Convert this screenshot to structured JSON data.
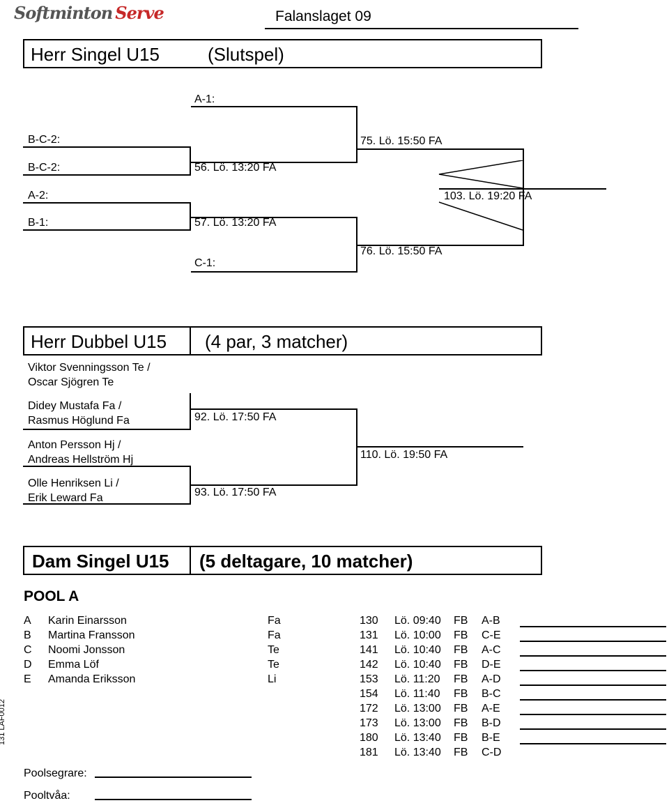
{
  "header": {
    "logo_part1": "Softminton",
    "logo_part2": "Serve",
    "tournament": "Falanslaget 09"
  },
  "herr_singel": {
    "title": "Herr Singel U15",
    "subtitle": "(Slutspel)",
    "slots": {
      "a1": "A-1:",
      "bc2_a": "B-C-2:",
      "bc2_b": "B-C-2:",
      "a2": "A-2:",
      "b1": "B-1:",
      "c1": "C-1:"
    },
    "matches": {
      "m56": "56.  Lö. 13:20  FA",
      "m57": "57.  Lö. 13:20  FA",
      "m75": "75.   Lö. 15:50  FA",
      "m76": "76.   Lö. 15:50  FA",
      "m103": "103. Lö. 19:20  FA"
    }
  },
  "herr_dubbel": {
    "title": "Herr Dubbel U15",
    "subtitle": "(4 par,  3 matcher)",
    "pairs": [
      {
        "p1": "Viktor Svenningsson Te /",
        "p2": "Oscar Sjögren Te"
      },
      {
        "p1": "Didey Mustafa Fa /",
        "p2": "Rasmus Höglund Fa"
      },
      {
        "p1": "Anton Persson Hj /",
        "p2": "Andreas Hellström Hj"
      },
      {
        "p1": "Olle Henriksen Li /",
        "p2": "Erik Leward Fa"
      }
    ],
    "matches": {
      "m92": "92.  Lö. 17:50  FA",
      "m93": "93.  Lö. 17:50  FA",
      "m110": "110. Lö. 19:50  FA"
    }
  },
  "dam_singel": {
    "title": "Dam Singel U15",
    "subtitle": "(5 deltagare,  10 matcher)",
    "pool_title": "POOL A",
    "players": [
      {
        "letter": "A",
        "name": "Karin Einarsson",
        "club": "Fa"
      },
      {
        "letter": "B",
        "name": "Martina Fransson",
        "club": "Fa"
      },
      {
        "letter": "C",
        "name": "Noomi Jonsson",
        "club": "Te"
      },
      {
        "letter": "D",
        "name": "Emma Löf",
        "club": "Te"
      },
      {
        "letter": "E",
        "name": "Amanda Eriksson",
        "club": "Li"
      }
    ],
    "schedule": [
      {
        "nr": "130",
        "time": "Lö. 09:40",
        "court": "FB",
        "pair": "A-B"
      },
      {
        "nr": "131",
        "time": "Lö. 10:00",
        "court": "FB",
        "pair": "C-E"
      },
      {
        "nr": "141",
        "time": "Lö. 10:40",
        "court": "FB",
        "pair": "A-C"
      },
      {
        "nr": "142",
        "time": "Lö. 10:40",
        "court": "FB",
        "pair": "D-E"
      },
      {
        "nr": "153",
        "time": "Lö. 11:20",
        "court": "FB",
        "pair": "A-D"
      },
      {
        "nr": "154",
        "time": "Lö. 11:40",
        "court": "FB",
        "pair": "B-C"
      },
      {
        "nr": "172",
        "time": "Lö. 13:00",
        "court": "FB",
        "pair": "A-E"
      },
      {
        "nr": "173",
        "time": "Lö. 13:00",
        "court": "FB",
        "pair": "B-D"
      },
      {
        "nr": "180",
        "time": "Lö. 13:40",
        "court": "FB",
        "pair": "B-E"
      },
      {
        "nr": "181",
        "time": "Lö. 13:40",
        "court": "FB",
        "pair": "C-D"
      }
    ],
    "poolsegrare_label": "Poolsegrare:",
    "pooltvaa_label": "Pooltvåa:"
  },
  "side_code": "131  LAF0012"
}
